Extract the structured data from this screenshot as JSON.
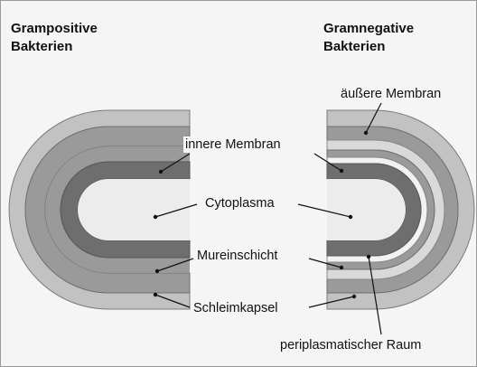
{
  "headings": {
    "left_line1": "Grampositive",
    "left_line2": "Bakterien",
    "right_line1": "Gramnegative",
    "right_line2": "Bakterien"
  },
  "labels": {
    "outer_membrane": "äußere Membran",
    "inner_membrane": "innere Membran",
    "cytoplasm": "Cytoplasma",
    "murein_layer": "Mureinschicht",
    "slime_capsule": "Schleimkapsel",
    "periplasmic_space": "periplasmatischer Raum"
  },
  "colors": {
    "background": "#f5f5f5",
    "dark_gray": "#6e6e6e",
    "medium_gray": "#9a9a9a",
    "light_gray": "#c2c2c2",
    "pale_gray": "#d9d9d9",
    "cytoplasm": "#ececec",
    "text": "#111111"
  }
}
